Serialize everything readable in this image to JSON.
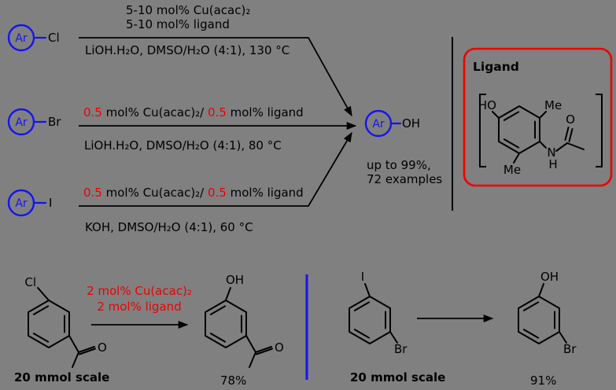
{
  "colors": {
    "background": "#808080",
    "blue": "#1414f0",
    "red": "#ee0000",
    "black": "#000000"
  },
  "scheme": {
    "ar_label": "Ar",
    "substrates": [
      {
        "halide": "Cl"
      },
      {
        "halide": "Br"
      },
      {
        "halide": "I"
      }
    ],
    "product": {
      "group": "OH",
      "note1": "up to 99%,",
      "note2": "72 examples"
    },
    "route_cl": {
      "above1": "5-10 mol% Cu(acac)₂",
      "above2": "5-10 mol% ligand",
      "below": "LiOH.H₂O, DMSO/H₂O (4:1), 130 °C"
    },
    "route_br": {
      "above": [
        "0.5",
        " mol% Cu(acac)₂/ ",
        "0.5",
        " mol% ligand"
      ],
      "below": "LiOH.H₂O, DMSO/H₂O (4:1), 80 °C"
    },
    "route_i": {
      "above": [
        "0.5",
        " mol% Cu(acac)₂/ ",
        "0.5",
        " mol% ligand"
      ],
      "below": "KOH, DMSO/H₂O (4:1), 60 °C"
    }
  },
  "ligand": {
    "title": "Ligand",
    "atoms": {
      "ho": "HO",
      "me_top": "Me",
      "me_bottom": "Me",
      "n": "N",
      "h": "H",
      "o": "O"
    }
  },
  "scale_up_left": {
    "reactant": {
      "cl": "Cl",
      "o": "O"
    },
    "cond1": "2 mol% Cu(acac)₂",
    "cond2": "2 mol% ligand",
    "product": {
      "oh": "OH",
      "o": "O"
    },
    "scale": "20 mmol scale",
    "yield": "78%"
  },
  "scale_up_right": {
    "reactant": {
      "i": "I",
      "br": "Br"
    },
    "product": {
      "oh": "OH",
      "br": "Br"
    },
    "scale": "20 mmol scale",
    "yield": "91%"
  }
}
